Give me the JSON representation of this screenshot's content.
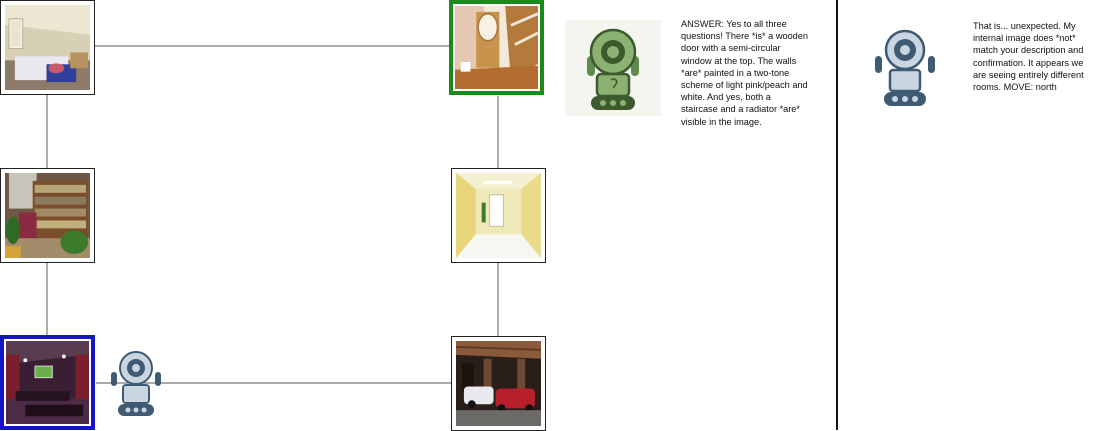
{
  "board": {
    "rooms": [
      {
        "id": "bedroom",
        "icon": "bedroom-photo"
      },
      {
        "id": "hallway",
        "icon": "hallway-photo"
      },
      {
        "id": "library",
        "icon": "library-photo"
      },
      {
        "id": "empty-room",
        "icon": "empty-room-photo"
      },
      {
        "id": "home-theater",
        "icon": "home-theater-photo"
      },
      {
        "id": "garage",
        "icon": "garage-photo"
      }
    ],
    "colors": {
      "current_border": "#1515c8",
      "target_border": "#1a8a1a",
      "edge": "#777777",
      "robot_blue": "#3f5a73",
      "robot_green": "#5f8a4c"
    }
  },
  "dialogue": {
    "left": {
      "avatar": "green-robot-icon",
      "text": "ANSWER: Yes to all three\nquestions! There *is* a wooden\ndoor with a semi-circular\nwindow at the top. The walls\n*are* painted in a two-tone\nscheme of light pink/peach and\nwhite. And yes, both a\nstaircase and a radiator *are*\nvisible in the image."
    },
    "right": {
      "avatar": "blue-robot-icon",
      "text": "That is... unexpected. My\ninternal image does *not*\nmatch your description and\nconfirmation. It appears we\nare seeing entirely different\nrooms.  MOVE: north"
    }
  }
}
